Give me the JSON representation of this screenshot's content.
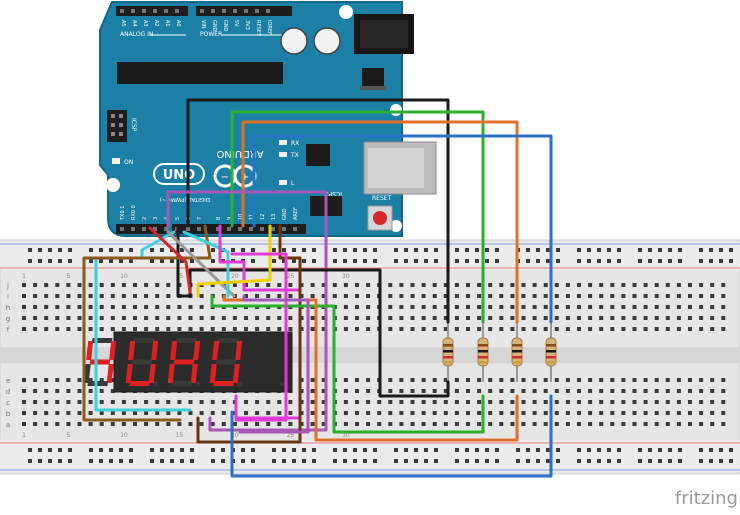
{
  "arduino": {
    "brand": "ARDUINO",
    "model": "UNO",
    "header_analog": "ANALOG IN",
    "analog_pins": [
      "A5",
      "A4",
      "A3",
      "A2",
      "A1",
      "A0"
    ],
    "header_power": "POWER",
    "power_pins": [
      "VIN",
      "GND",
      "GND",
      "5V",
      "3V3",
      "RESET",
      "IOREF"
    ],
    "header_digital": "DIGITAL (PWM=~)",
    "digital_pins": [
      "TX0 1",
      "RX0 0",
      "2",
      "3",
      "4",
      "5",
      "6",
      "7",
      "8",
      "9",
      "10",
      "11",
      "12",
      "13",
      "GND",
      "AREF"
    ],
    "label_icsp": "ICSP",
    "label_icsp2": "ICSP2",
    "label_on": "ON",
    "label_rx": "RX",
    "label_tx": "TX",
    "label_l": "L",
    "label_reset": "RESET",
    "colors": {
      "board": "#1c7fa6",
      "board_edge": "#12668a"
    }
  },
  "breadboard": {
    "row_letters_left": [
      "j",
      "i",
      "h",
      "g",
      "f",
      "e",
      "d",
      "c",
      "b",
      "a"
    ],
    "column_numbers": [
      "1",
      "5",
      "10",
      "15",
      "20",
      "25",
      "30"
    ],
    "colors": {
      "body": "#e8e8e8",
      "rail_red": "#d66b6b",
      "rail_blue": "#6f8fd6"
    }
  },
  "display": {
    "digits": "4UHU",
    "colors": {
      "segment": "#e02020",
      "body": "#2b2b2b"
    }
  },
  "resistors": {
    "count": 4
  },
  "wires": {
    "colors": {
      "black": "#1a1a1a",
      "green": "#2ab02a",
      "orange": "#e0702a",
      "blue": "#2a72c8",
      "cyan": "#3fd0e0",
      "brown": "#8a5a1e",
      "magenta": "#e03ad8",
      "purple": "#a657b8",
      "yellow": "#f2d100",
      "red": "#d62828",
      "gray": "#9a9a9a",
      "darkbrown": "#6b3410"
    }
  },
  "watermark": "fritzing"
}
